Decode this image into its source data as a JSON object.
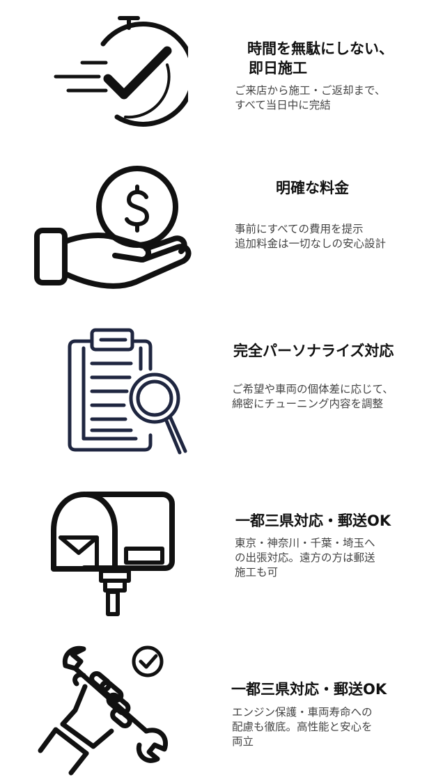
{
  "features": [
    {
      "icon": "stopwatch-check-icon",
      "title_lines": [
        "時間を無駄にしない、",
        "即日施工"
      ],
      "desc_lines": [
        "ご来店から施工・ご返却まで、",
        "すべて当日中に完結"
      ]
    },
    {
      "icon": "hand-coin-dollar-icon",
      "title_lines": [
        "明確な料金"
      ],
      "desc_lines": [
        "事前にすべての費用を提示",
        "追加料金は一切なしの安心設計"
      ]
    },
    {
      "icon": "clipboard-magnifier-icon",
      "title_lines": [
        "完全パーソナライズ対応"
      ],
      "desc_lines": [
        "ご希望や車両の個体差に応じて、",
        "綿密にチューニング内容を調整"
      ]
    },
    {
      "icon": "mailbox-icon",
      "title_lines": [
        "一都三県対応・郵送OK"
      ],
      "desc_lines": [
        "東京・神奈川・千葉・埼玉へ",
        "の出張対応。遠方の方は郵送",
        "施工も可"
      ]
    },
    {
      "icon": "hand-wrench-check-icon",
      "title_lines": [
        "一都三県対応・郵送OK"
      ],
      "desc_lines": [
        "エンジン保護・車両寿命への",
        "配慮も徹底。高性能と安心を",
        "両立"
      ]
    }
  ]
}
